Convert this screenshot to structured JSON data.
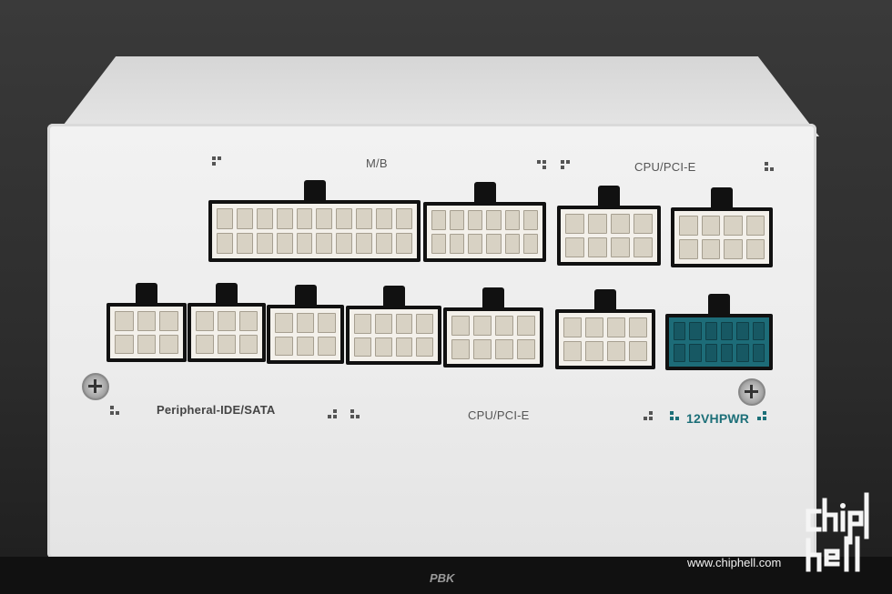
{
  "labels": {
    "mb": "M/B",
    "cpu_pcie_top": "CPU/PCI-E",
    "peripheral": "Peripheral-IDE/SATA",
    "cpu_pcie_bottom": "CPU/PCI-E",
    "hpwr": "12VHPWR"
  },
  "watermark": {
    "url": "www.chiphell.com",
    "logo_text": "chip hell"
  },
  "bottom_brand": "PBK",
  "colors": {
    "panel": "#eeeeee",
    "connector_housing": "#f3f0ea",
    "hpwr_connector": "#1d6c78",
    "background": "#2c2c2c"
  },
  "icons": [
    "screw-left-icon",
    "screw-right-icon",
    "dot-marker-icon"
  ]
}
